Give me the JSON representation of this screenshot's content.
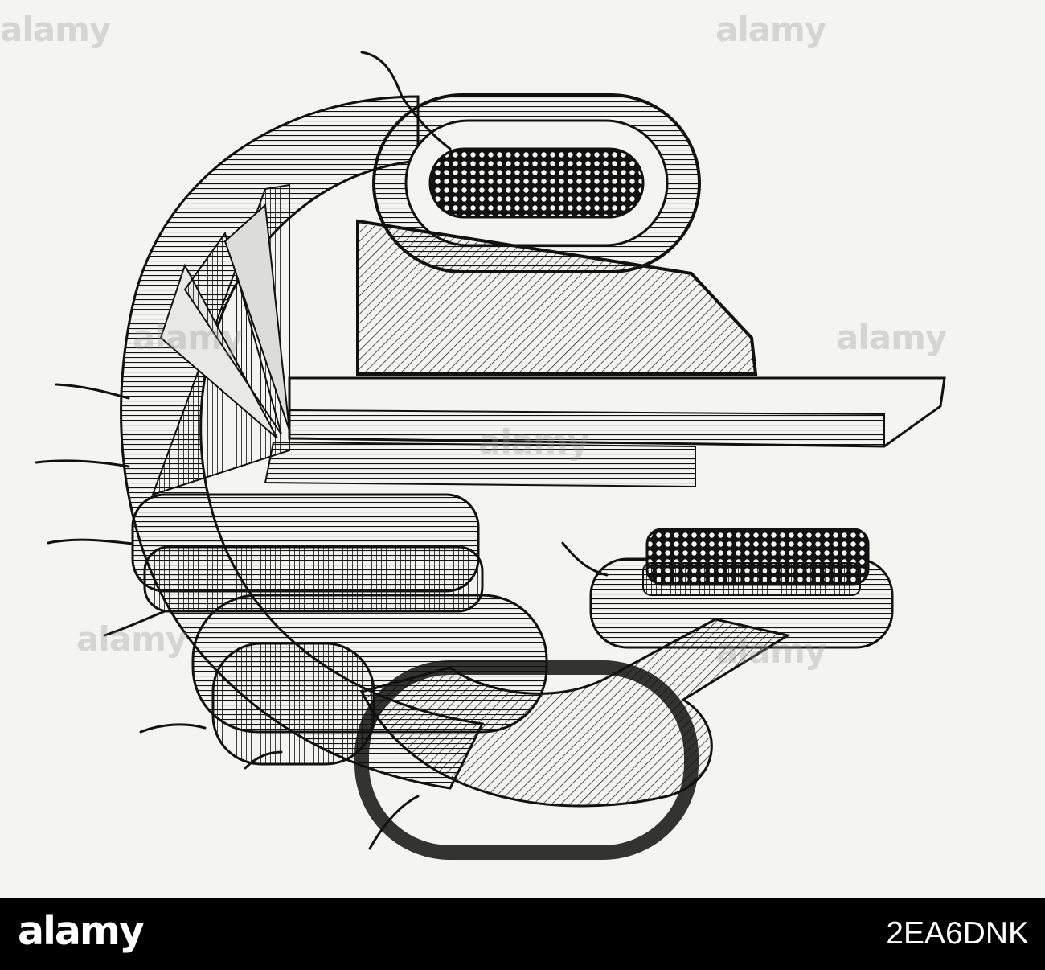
{
  "watermark": {
    "text": "alamy",
    "color": "#9a9a9a"
  },
  "illustration": {
    "ink_color": "#111111",
    "paper_color": "#f4f4f2"
  },
  "footer": {
    "logo_text": "alamy",
    "image_id": "2EA6DNK",
    "background": "#000000",
    "text_color": "#ffffff"
  }
}
